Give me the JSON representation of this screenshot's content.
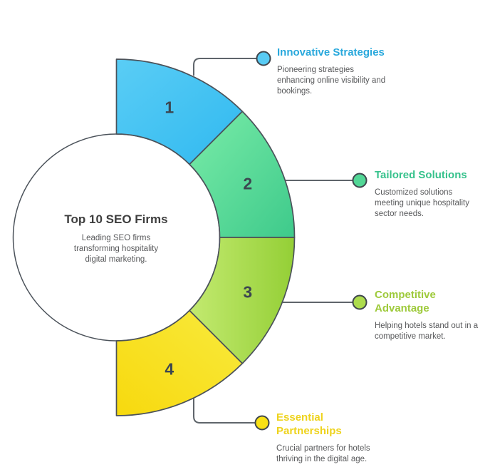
{
  "canvas": {
    "background": "#ffffff",
    "arc_stroke_color": "#4b525a",
    "connector_color": "#5f656b",
    "numbers_color": "#3c4650",
    "body_text_color": "#58595b"
  },
  "center": {
    "title": "Top 10 SEO Firms",
    "title_color": "#3e3e3e",
    "subtitle": "Leading SEO firms transforming hospitality digital marketing.",
    "subtitle_color": "#58595b"
  },
  "segments": [
    {
      "number": "1",
      "label": "Innovative Strategies",
      "description": "Pioneering strategies enhancing online visibility and bookings.",
      "title_color": "#28a8dc",
      "dot_color": "#58cbf4",
      "gradient_start": "#5acdf5",
      "gradient_end": "#30b9f0"
    },
    {
      "number": "2",
      "label": "Tailored Solutions",
      "description": "Customized solutions meeting unique hospitality sector needs.",
      "title_color": "#36c28c",
      "dot_color": "#52d796",
      "gradient_start": "#7aeca8",
      "gradient_end": "#3eca8b"
    },
    {
      "number": "3",
      "label": "Competitive Advantage",
      "description": "Helping hotels stand out in a competitive market.",
      "title_color": "#9eca3b",
      "dot_color": "#addc4d",
      "gradient_start": "#c3ea70",
      "gradient_end": "#94cf36"
    },
    {
      "number": "4",
      "label": "Essential Partnerships",
      "description": "Crucial partners for hotels thriving in the digital age.",
      "title_color": "#eed31c",
      "dot_color": "#f9e114",
      "gradient_start": "#f9ea3d",
      "gradient_end": "#f7d90e"
    }
  ]
}
